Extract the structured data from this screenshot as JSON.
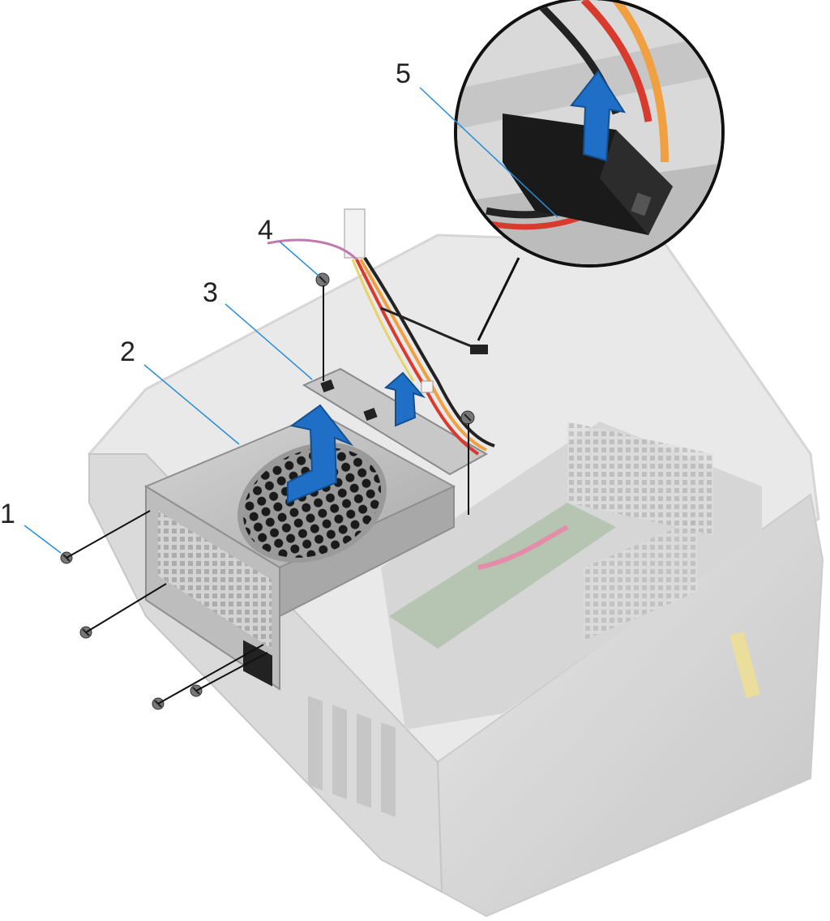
{
  "callouts": [
    {
      "id": "1",
      "text": "1"
    },
    {
      "id": "2",
      "text": "2"
    },
    {
      "id": "3",
      "text": "3"
    },
    {
      "id": "4",
      "text": "4"
    },
    {
      "id": "5",
      "text": "5"
    }
  ],
  "colors": {
    "leader_line": "#2a8fd6",
    "arrow_fill": "#1f6fc7",
    "arrow_dark": "#14508f",
    "chassis": "#c9c9c9",
    "chassis_dark": "#9e9e9e",
    "psu": "#b5b5b5",
    "cable_red": "#d83a2e",
    "cable_orange": "#f0a040",
    "cable_black": "#222222"
  },
  "icons": [
    "screw-icon",
    "lift-arrow-icon",
    "power-connector-icon",
    "fan-grille-icon"
  ]
}
